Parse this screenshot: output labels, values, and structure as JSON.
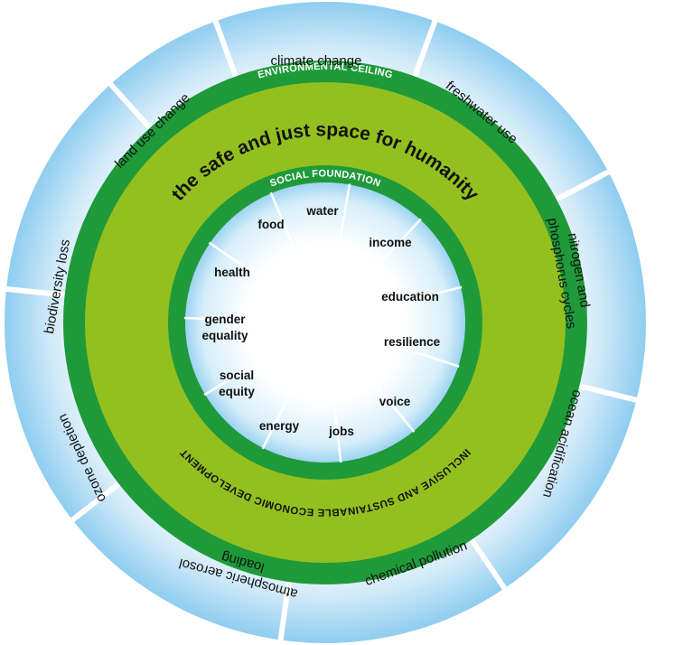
{
  "outer_ring": {
    "label": "ENVIRONMENTAL CEILING",
    "segments": [
      {
        "label": "climate change"
      },
      {
        "label": "freshwater use"
      },
      {
        "label": "nitrogen and",
        "label2": "phosphorus cycles"
      },
      {
        "label": "ocean acidification"
      },
      {
        "label": "chemical pollution"
      },
      {
        "label": "atmospheric aerosol",
        "label2": "loading"
      },
      {
        "label": "ozone depletion"
      },
      {
        "label": "biodiversity loss"
      },
      {
        "label": "land use change"
      }
    ]
  },
  "middle_band": {
    "title": "the safe and just space for humanity",
    "bottom_label": "INCLUSIVE AND SUSTAINABLE ECONOMIC DEVELOPMENT"
  },
  "inner_ring": {
    "label": "SOCIAL FOUNDATION",
    "segments": [
      {
        "label": "water"
      },
      {
        "label": "income"
      },
      {
        "label": "education"
      },
      {
        "label": "resilience"
      },
      {
        "label": "voice"
      },
      {
        "label": "jobs"
      },
      {
        "label": "energy"
      },
      {
        "label": "social",
        "label2": "equity"
      },
      {
        "label": "gender",
        "label2": "equality"
      },
      {
        "label": "health"
      },
      {
        "label": "food"
      }
    ]
  },
  "colors": {
    "dark_green": "#1f9a3a",
    "light_green": "#93c01f",
    "sky_blue": "#35a8e0",
    "separator": "#ffffff"
  }
}
